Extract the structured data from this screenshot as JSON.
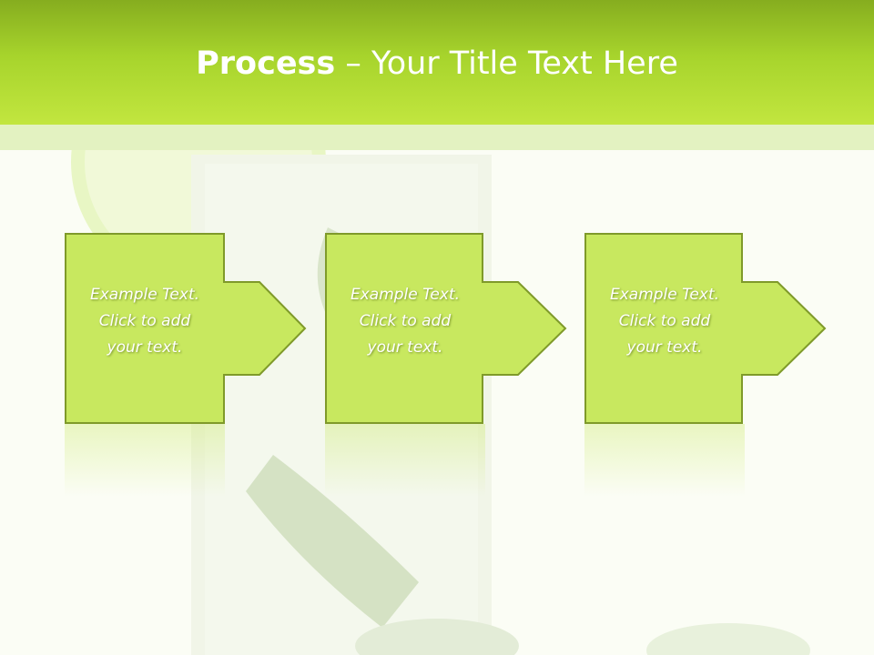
{
  "header": {
    "title_bold": "Process",
    "title_rest": " – Your Title Text Here"
  },
  "steps": [
    {
      "line1": "Example Text.",
      "line2": "Click  to add",
      "line3": "your text."
    },
    {
      "line1": "Example Text.",
      "line2": "Click  to add",
      "line3": "your text."
    },
    {
      "line1": "Example Text.",
      "line2": "Click  to add",
      "line3": "your text."
    }
  ],
  "colors": {
    "header": "#a7d42c",
    "box_fill": "#c8e85f",
    "box_border": "#7f9a2a",
    "background": "#fbfdf5"
  },
  "icons": [
    "lime-slice-image",
    "glass-image",
    "arrow-shape"
  ]
}
